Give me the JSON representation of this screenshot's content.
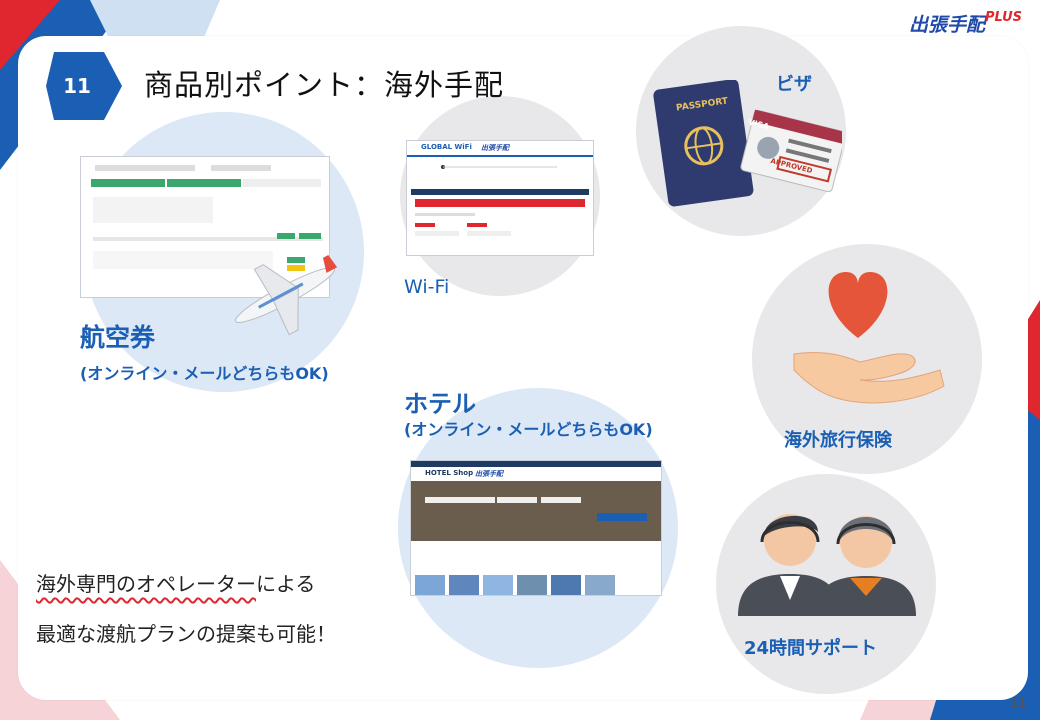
{
  "slide": {
    "number": "11",
    "title": "商品別ポイント：海外手配",
    "page_number": "11"
  },
  "logo": {
    "main": "出張手配",
    "plus": "PLUS"
  },
  "products": {
    "flight": {
      "name": "航空券",
      "note": "(オンライン・メールどちらもOK)"
    },
    "wifi": {
      "name": "Wi-Fi"
    },
    "hotel": {
      "name": "ホテル",
      "note": "(オンライン・メールどちらもOK)"
    },
    "visa": {
      "name": "ビザ"
    },
    "insurance": {
      "name": "海外旅行保険"
    },
    "support": {
      "name": "24時間サポート"
    }
  },
  "bottom_text": {
    "line1_underlined": "海外専門のオペレーター",
    "line1_rest": "による",
    "line2": "最適な渡航プランの提案も可能！"
  },
  "screens": {
    "wifi": {
      "brand": "GLOBAL WiFi",
      "partner": "出張手配"
    },
    "hotel": {
      "brand": "HOTEL Shop",
      "partner": "出張手配"
    },
    "visa_stamp": "APPROVED",
    "visa_label": "VISA",
    "passport_label": "PASSPORT"
  },
  "colors": {
    "blue": "#1a5fb4",
    "red": "#e0262f",
    "light_blue": "#dce8f5",
    "grey_circle": "#e8e8ea"
  }
}
